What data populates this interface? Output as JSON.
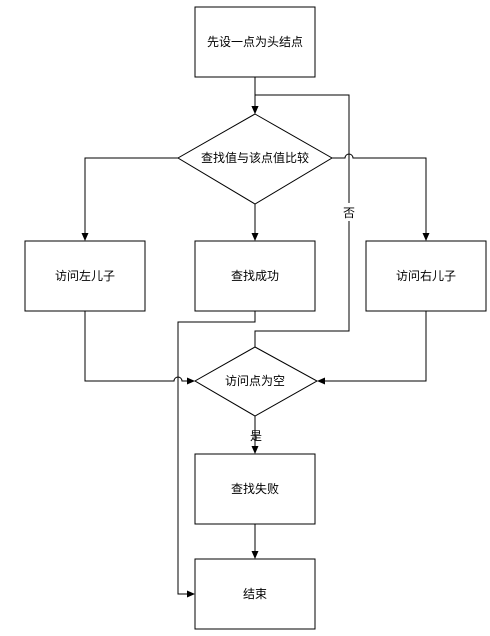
{
  "nodes": {
    "start": "先设一点为头结点",
    "compare": "查找值与该点值比较",
    "left_child": "访问左儿子",
    "found": "查找成功",
    "right_child": "访问右儿子",
    "is_empty": "访问点为空",
    "fail": "查找失败",
    "end": "结束"
  },
  "edge_labels": {
    "no": "否",
    "yes": "是"
  }
}
